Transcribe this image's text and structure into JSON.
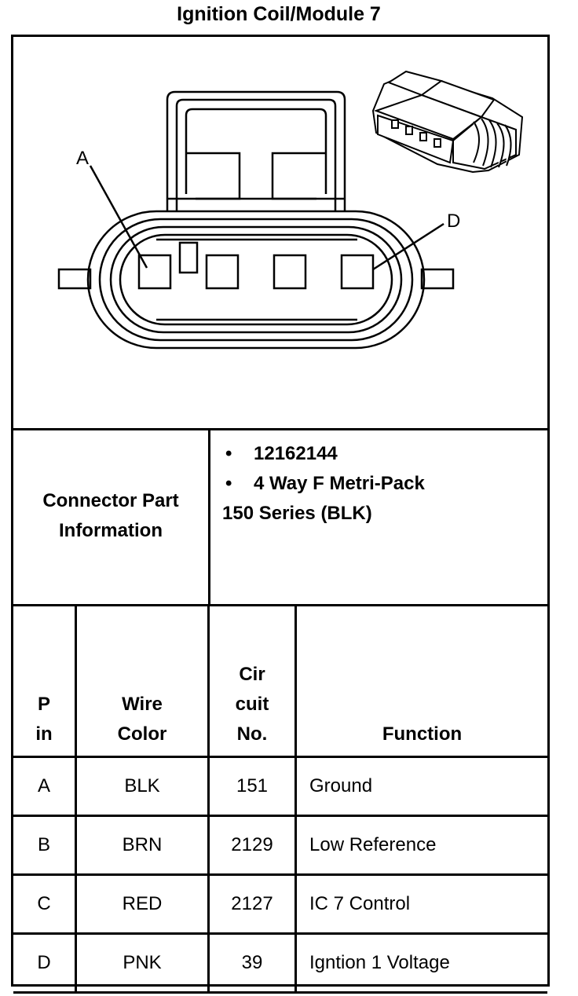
{
  "title": "Ignition Coil/Module 7",
  "diagram": {
    "pin_labels": [
      "A",
      "D"
    ],
    "icons": [
      "connector-face-drawing",
      "connector-3d-drawing"
    ]
  },
  "connector_info": {
    "label_lines": [
      "Connector Part",
      "Information"
    ],
    "bullets": [
      "12162144",
      "4 Way F Metri-Pack"
    ],
    "continuation": "150 Series (BLK)"
  },
  "table": {
    "headers": {
      "pin": [
        "P",
        "in"
      ],
      "wire_color": [
        "Wire",
        "Color"
      ],
      "circuit": [
        "Cir",
        "cuit",
        "No."
      ],
      "function": [
        "Function"
      ]
    },
    "rows": [
      {
        "pin": "A",
        "color": "BLK",
        "circuit": "151",
        "function": "Ground"
      },
      {
        "pin": "B",
        "color": "BRN",
        "circuit": "2129",
        "function": "Low Reference"
      },
      {
        "pin": "C",
        "color": "RED",
        "circuit": "2127",
        "function": "IC 7 Control"
      },
      {
        "pin": "D",
        "color": "PNK",
        "circuit": "39",
        "function": "Igntion 1 Voltage"
      }
    ]
  }
}
